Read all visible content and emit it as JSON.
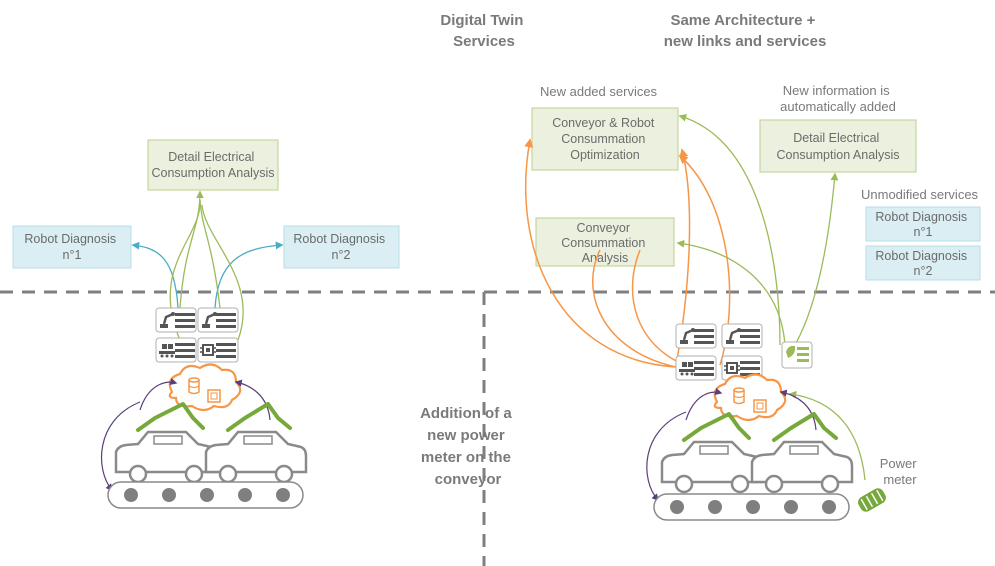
{
  "headers": {
    "digital_twin": [
      "Digital Twin",
      "Services"
    ],
    "same_arch": [
      "Same Architecture +",
      "new links and services"
    ]
  },
  "left": {
    "detail_box": [
      "Detail Electrical",
      "Consumption Analysis"
    ],
    "robot1": [
      "Robot Diagnosis",
      "n°1"
    ],
    "robot2": [
      "Robot Diagnosis",
      "n°2"
    ]
  },
  "right": {
    "new_added_label": "New added services",
    "new_info_label": [
      "New information is",
      "automatically added"
    ],
    "unmodified_label": "Unmodified services",
    "optimization_box": [
      "Conveyor & Robot",
      "Consummation",
      "Optimization"
    ],
    "conveyor_box": [
      "Conveyor",
      "Consummation",
      "Analysis"
    ],
    "detail_box": [
      "Detail Electrical",
      "Consumption Analysis"
    ],
    "robot1": [
      "Robot Diagnosis",
      "n°1"
    ],
    "robot2": [
      "Robot Diagnosis",
      "n°2"
    ],
    "power_meter": [
      "Power",
      "meter"
    ]
  },
  "middle": {
    "addition_label": [
      "Addition of a",
      "new power",
      "meter on the",
      "conveyor"
    ]
  },
  "colors": {
    "green_box": "#ebf1de",
    "blue_box": "#daeef3",
    "blue_arrow": "#4bacc6",
    "green_arrow": "#9bbb59",
    "orange_arrow": "#f79646",
    "purple_arrow": "#5a3f7a"
  },
  "icons": [
    "robot-arm-icon",
    "list-icon",
    "conveyor-icon",
    "chip-icon",
    "database-icon",
    "power-meter-icon",
    "leaf-icon"
  ]
}
